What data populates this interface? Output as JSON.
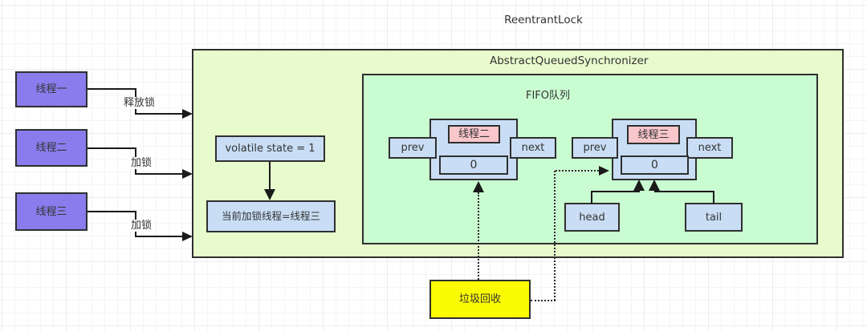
{
  "title": "ReentrantLock",
  "aqs": {
    "label": "AbstractQueuedSynchronizer",
    "volatile_state_label": "volatile state = 1",
    "current_thread_label": "当前加锁线程=线程三",
    "fifo": {
      "label": "FIFO队列",
      "nodes": [
        {
          "thread": "线程二",
          "prev_label": "prev",
          "next_label": "next",
          "wait_state": "0"
        },
        {
          "thread": "线程三",
          "prev_label": "prev",
          "next_label": "next",
          "wait_state": "0"
        }
      ],
      "head_label": "head",
      "tail_label": "tail"
    }
  },
  "threads": [
    {
      "name": "线程一",
      "action": "释放锁"
    },
    {
      "name": "线程二",
      "action": "加锁"
    },
    {
      "name": "线程三",
      "action": "加锁"
    }
  ],
  "gc_label": "垃圾回收",
  "colors": {
    "thread_box": "#8a7cec",
    "aqs_box": "#e7fbcd",
    "fifo_box": "#c9fcd1",
    "node_box": "#c9def5",
    "thread_tag": "#f8c6cb",
    "gc_box": "#fbfb04",
    "border": "#2f2f2f"
  }
}
